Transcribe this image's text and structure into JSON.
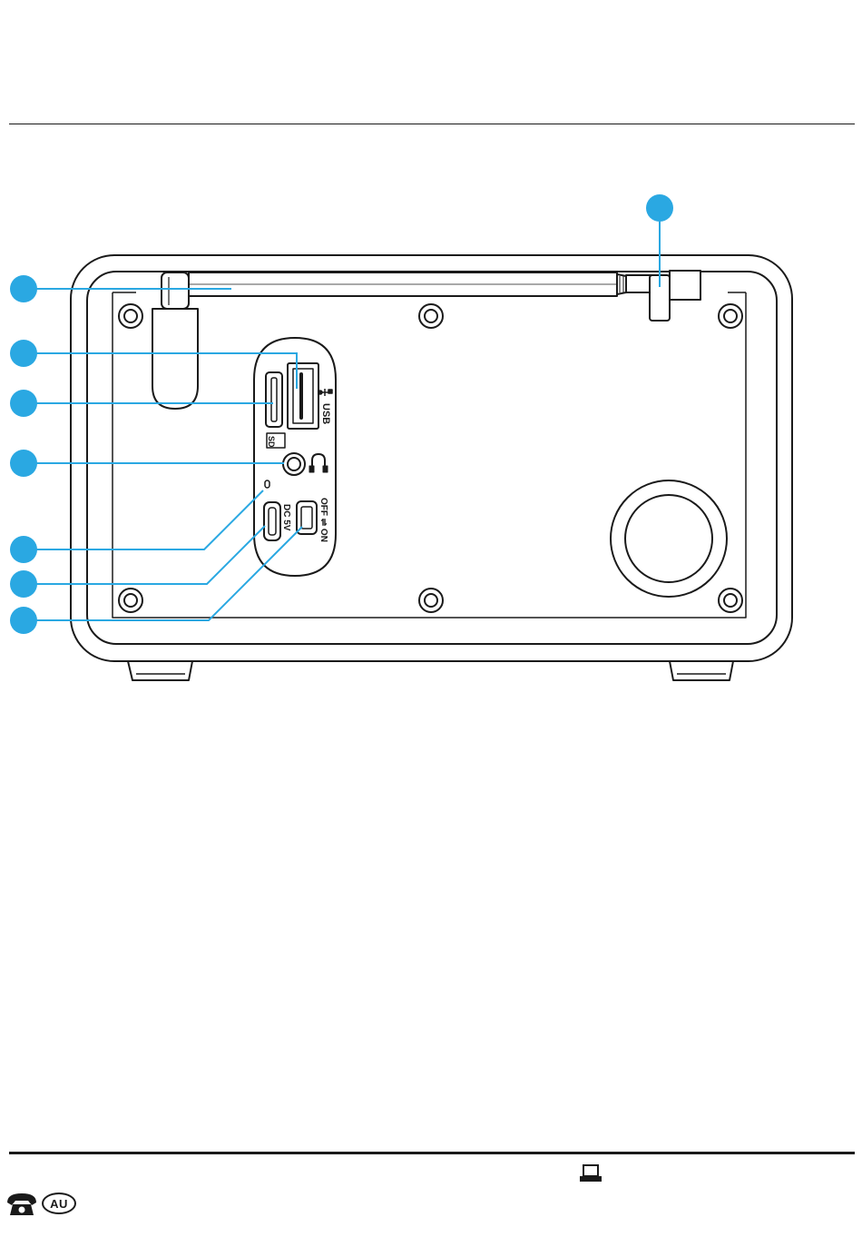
{
  "diagram": {
    "accent_color": "#2aa8e2",
    "outline_color": "#1a1a1a",
    "panel_labels": {
      "usb": "USB",
      "sd": "SD",
      "dc": "DC 5V",
      "switch": "OFF ⇌ ON"
    },
    "callouts": [
      {
        "id": "telescopic-antenna"
      },
      {
        "id": "usb-port"
      },
      {
        "id": "sd-card-slot"
      },
      {
        "id": "headphone-jack"
      },
      {
        "id": "charging-indicator"
      },
      {
        "id": "dc-power-input"
      },
      {
        "id": "power-switch"
      },
      {
        "id": "antenna-joint"
      }
    ]
  },
  "footer": {
    "icons": [
      "computer-icon",
      "telephone-icon"
    ],
    "region_badge": "AU"
  }
}
